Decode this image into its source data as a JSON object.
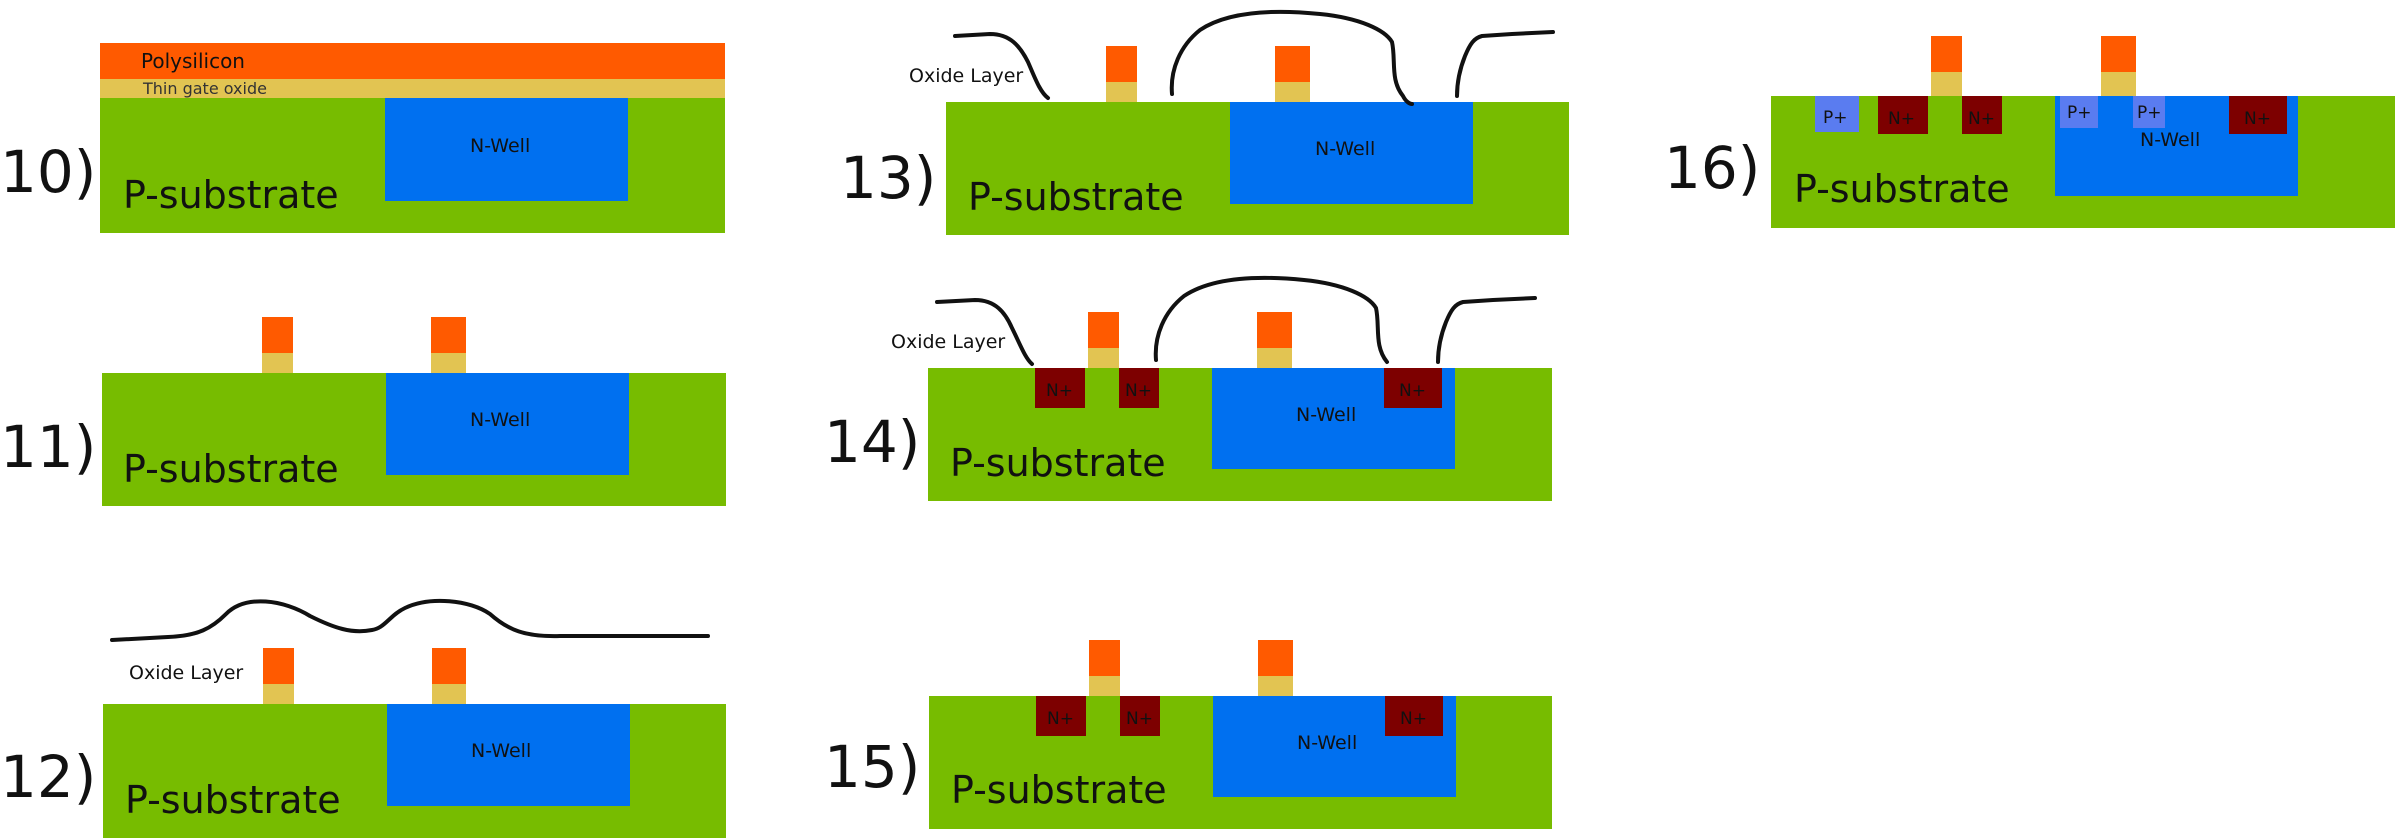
{
  "colors": {
    "substrate": "#77BC00",
    "nwell": "#0070F0",
    "poly": "#FF5A00",
    "gate_oxide": "#E2C452",
    "nplus": "#7D0000",
    "pplus": "#5A7CF0",
    "oxide_line": "#111111"
  },
  "labels": {
    "substrate": "P-substrate",
    "nwell": "N-Well",
    "nplus": "N+",
    "pplus": "P+",
    "oxide": "Oxide Layer",
    "polysilicon": "Polysilicon",
    "thin_gate_oxide": "Thin gate oxide"
  },
  "steps": [
    {
      "id": "s10",
      "number": "10)"
    },
    {
      "id": "s11",
      "number": "11)"
    },
    {
      "id": "s12",
      "number": "12)"
    },
    {
      "id": "s13",
      "number": "13)"
    },
    {
      "id": "s14",
      "number": "14)"
    },
    {
      "id": "s15",
      "number": "15)"
    },
    {
      "id": "s16",
      "number": "16)"
    }
  ]
}
